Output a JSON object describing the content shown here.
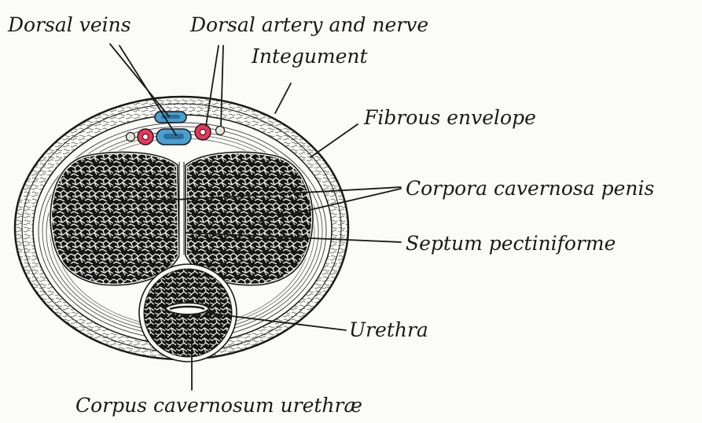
{
  "labels": {
    "dorsal_veins": "Dorsal veins",
    "dorsal_artery_nerve": "Dorsal artery and nerve",
    "integument": "Integument",
    "fibrous_envelope": "Fibrous envelope",
    "corpora_cavernosa_penis": "Corpora cavernosa penis",
    "septum_pectiniforme": "Septum pectiniforme",
    "urethra": "Urethra",
    "corpus_cavernosum_urethrae": "Corpus cavernosum urethræ"
  },
  "colors": {
    "vein": "#4a9fd0",
    "artery": "#e8365a",
    "nerve": "#e9e6da",
    "ink": "#1a1a1a"
  }
}
